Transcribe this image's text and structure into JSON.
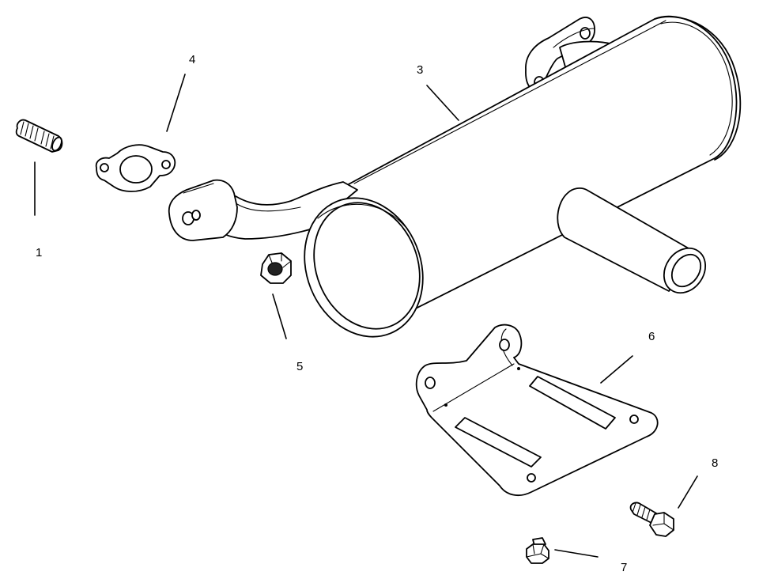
{
  "callouts": {
    "1": "1",
    "3": "3",
    "4": "4",
    "5": "5",
    "6": "6",
    "7": "7",
    "8": "8"
  }
}
